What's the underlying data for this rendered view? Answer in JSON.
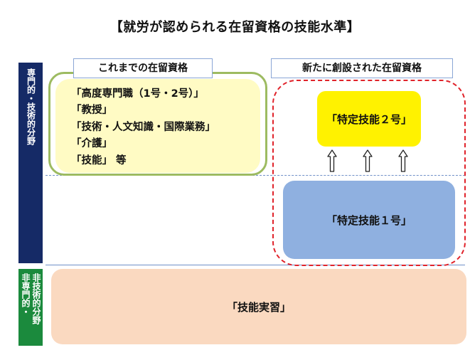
{
  "title": "【就労が認められる在留資格の技能水準】",
  "sidebar": {
    "professional": "専門的・技術的分野",
    "non_professional_col1": "非専門的・",
    "non_professional_col2": "非技術的分野"
  },
  "existing": {
    "tab_label": "これまでの在留資格",
    "items": [
      "「高度専門職（1号・2号）」",
      "「教授」",
      "「技術・人文知識・国際業務」",
      "「介護」",
      "「技能」 等"
    ]
  },
  "new": {
    "tab_label": "新たに創設された在留資格",
    "specified_2": "「特定技能２号」",
    "specified_1": "「特定技能１号」"
  },
  "training": "「技能実習」",
  "colors": {
    "professional_band": "#152a66",
    "non_professional_band": "#1b8a3d",
    "specified_2_fill": "#fff200",
    "specified_1_fill": "#8fb0e0",
    "training_fill": "#fad9c0",
    "existing_fill": "#fffbc4",
    "new_frame_stroke": "#e0222a"
  }
}
